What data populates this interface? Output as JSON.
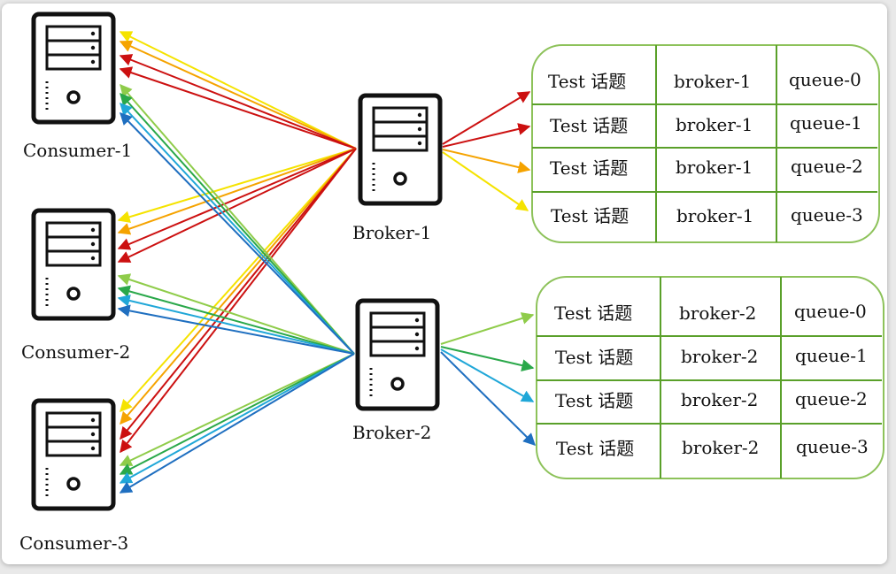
{
  "servers": {
    "consumer_1": "Consumer-1",
    "consumer_2": "Consumer-2",
    "consumer_3": "Consumer-3",
    "broker_1": "Broker-1",
    "broker_2": "Broker-2"
  },
  "colors": {
    "yellow": "#f5e300",
    "orange": "#f5a300",
    "red": "#cc1010",
    "light_green": "#8fcc4a",
    "green": "#2aa84a",
    "cyan": "#20a7d8",
    "blue": "#1f6fc0",
    "table_border": "#8dc25a",
    "table_grid": "#5aa02a"
  },
  "broker_1_queues": [
    {
      "topic": "Test 话题",
      "broker": "broker-1",
      "queue": "queue-0"
    },
    {
      "topic": "Test 话题",
      "broker": "broker-1",
      "queue": "queue-1"
    },
    {
      "topic": "Test 话题",
      "broker": "broker-1",
      "queue": "queue-2"
    },
    {
      "topic": "Test 话题",
      "broker": "broker-1",
      "queue": "queue-3"
    }
  ],
  "broker_2_queues": [
    {
      "topic": "Test 话题",
      "broker": "broker-2",
      "queue": "queue-0"
    },
    {
      "topic": "Test 话题",
      "broker": "broker-2",
      "queue": "queue-1"
    },
    {
      "topic": "Test 话题",
      "broker": "broker-2",
      "queue": "queue-2"
    },
    {
      "topic": "Test 话题",
      "broker": "broker-2",
      "queue": "queue-3"
    }
  ]
}
